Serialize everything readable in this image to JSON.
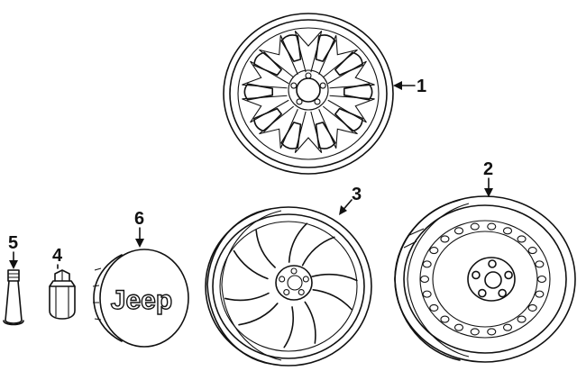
{
  "callouts": {
    "c1": "1",
    "c2": "2",
    "c3": "3",
    "c4": "4",
    "c5": "5",
    "c6": "6"
  },
  "center_cap": {
    "logo_text": "Jeep"
  },
  "colors": {
    "line": "#111111",
    "background": "#ffffff"
  }
}
